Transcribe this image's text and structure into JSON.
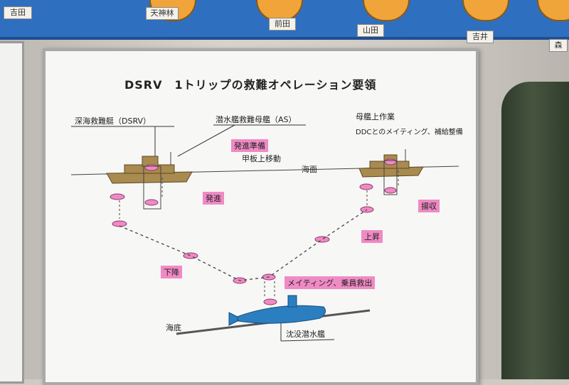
{
  "shelf_tags": [
    "吉田",
    "天神林",
    "前田",
    "山田",
    "吉井",
    "森"
  ],
  "board": {
    "title": "DSRV　1トリップの救難オペレーション要領",
    "labels": {
      "dsrv": "深海救難艇（DSRV）",
      "as": "潜水艦救難母艦（AS）",
      "mother_work": "母艦上作業",
      "ddc": "DDCとのメイティング、補給整備",
      "prep": "発進準備",
      "deck_move": "甲板上移動",
      "sea_surface": "海面",
      "launch": "発進",
      "recover": "揚収",
      "ascend": "上昇",
      "descend": "下降",
      "mating": "メイティング、乗員救出",
      "sea_floor": "海底",
      "sunken_sub": "沈没潜水艦"
    }
  },
  "colors": {
    "shelf": "#2f6fbf",
    "ship": "#a98a4f",
    "pink": "#f08ac4",
    "submarine": "#2b7fc0"
  }
}
